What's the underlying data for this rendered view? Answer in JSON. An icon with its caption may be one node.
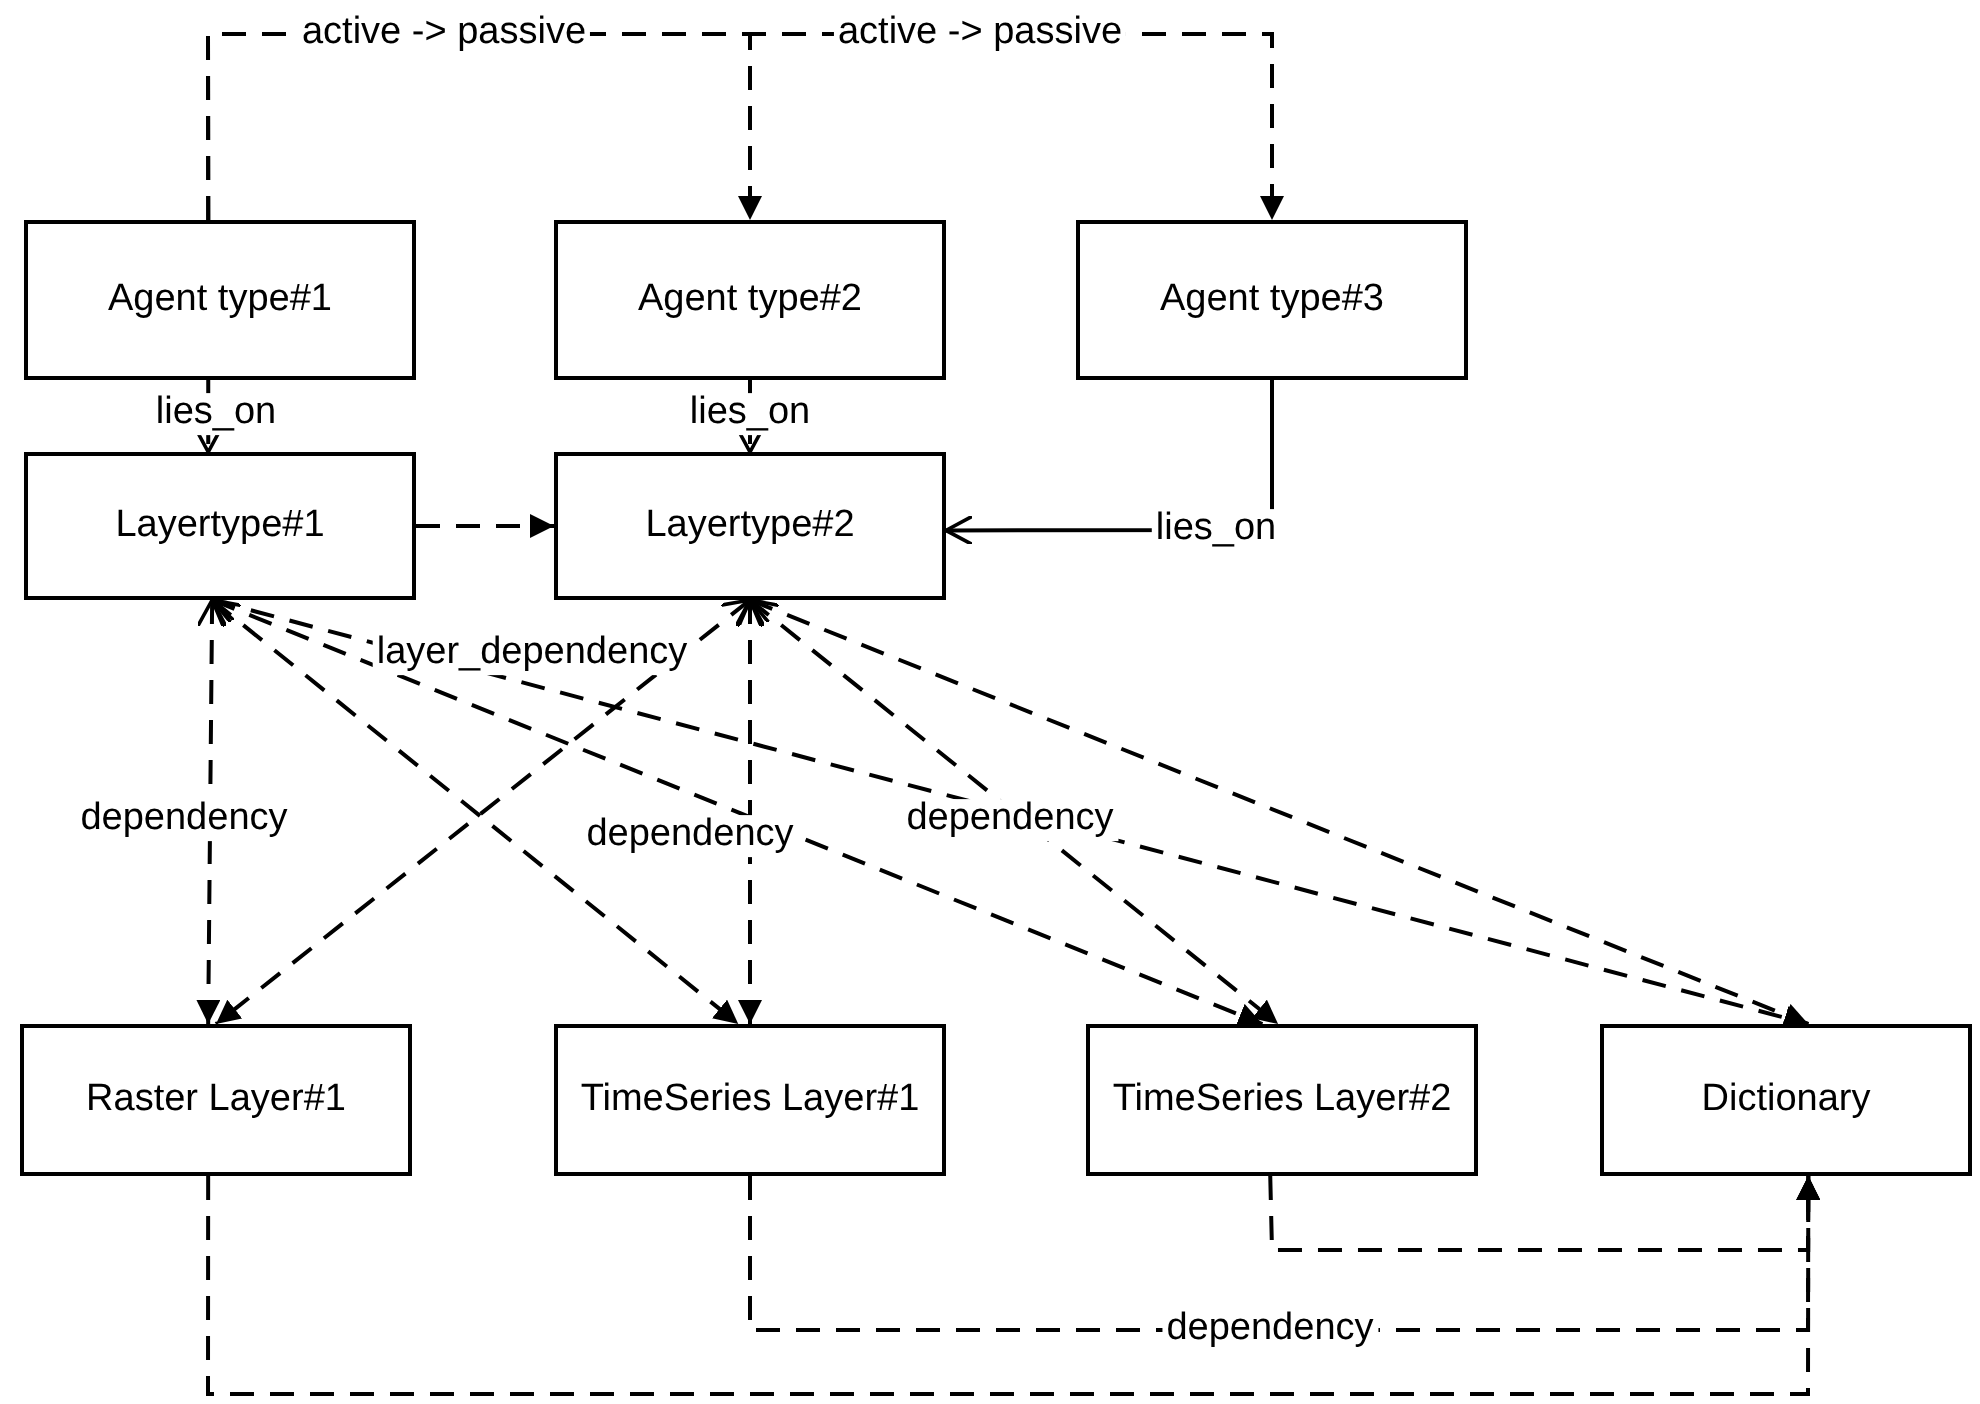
{
  "diagram": {
    "nodes": [
      {
        "text": [
          "Agent type#1"
        ]
      },
      {
        "text": [
          "Agent type#2"
        ]
      },
      {
        "text": [
          "Agent type#3"
        ]
      },
      {
        "text": [
          "Layertype#1"
        ]
      },
      {
        "text": [
          "Layertype#2"
        ]
      },
      {
        "text": [
          "Raster Layer#1"
        ]
      },
      {
        "text": [
          "TimeSeries Layer#1"
        ]
      },
      {
        "text": [
          "TimeSeries Layer#2"
        ]
      },
      {
        "text": [
          "Dictionary"
        ]
      }
    ],
    "edges": [
      {
        "from": 0,
        "to": 1,
        "arrow": "to",
        "style": "dashed",
        "label": "active -> passive"
      },
      {
        "from": 0,
        "to": 2,
        "arrow": "to",
        "style": "dashed",
        "label": "active -> passive"
      },
      {
        "from": 0,
        "to": 3,
        "arrow": "to",
        "style": "dashed",
        "label": "lies_on"
      },
      {
        "from": 1,
        "to": 4,
        "arrow": "to",
        "style": "dashed",
        "label": "lies_on"
      },
      {
        "from": 2,
        "to": 4,
        "arrow": "to",
        "label": "lies_on"
      },
      {
        "from": 3,
        "to": 4,
        "arrow": "to",
        "style": "dashed"
      },
      {
        "from": 3,
        "to": 5,
        "arrow": "both",
        "style": "dashed",
        "label": "dependency"
      },
      {
        "from": 3,
        "to": 6,
        "arrow": "both",
        "style": "dashed"
      },
      {
        "from": 3,
        "to": 7,
        "arrow": "both",
        "style": "dashed"
      },
      {
        "from": 3,
        "to": 8,
        "arrow": "both",
        "style": "dashed"
      },
      {
        "from": 4,
        "to": 5,
        "arrow": "both",
        "style": "dashed"
      },
      {
        "from": 4,
        "to": 6,
        "arrow": "both",
        "style": "dashed",
        "label": "dependency"
      },
      {
        "from": 4,
        "to": 7,
        "arrow": "both",
        "style": "dashed",
        "label": "dependency"
      },
      {
        "from": 4,
        "to": 8,
        "arrow": "both",
        "style": "dashed"
      },
      {
        "from": 5,
        "to": 8,
        "arrow": "to",
        "style": "dashed"
      },
      {
        "from": 6,
        "to": 8,
        "arrow": "to",
        "style": "dashed",
        "label": "dependency"
      },
      {
        "from": 7,
        "to": 8,
        "arrow": "to",
        "style": "dashed"
      }
    ],
    "labels": [
      "layer_dependency"
    ]
  }
}
